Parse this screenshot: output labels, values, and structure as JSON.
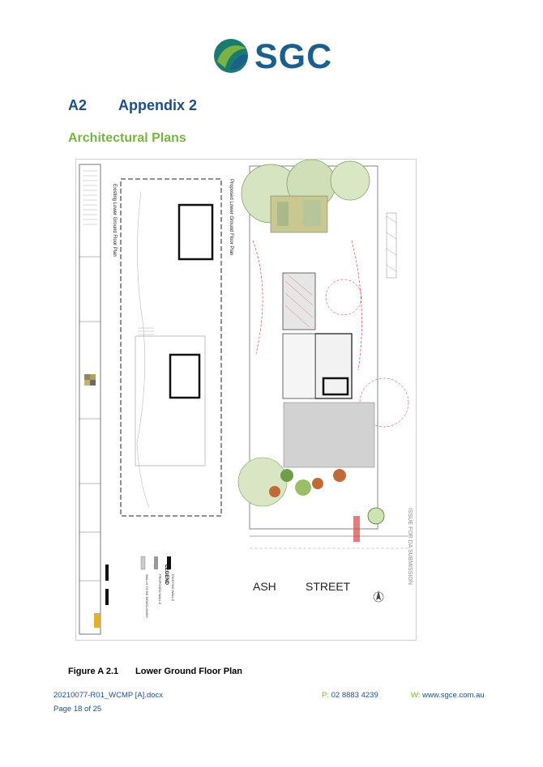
{
  "logo": {
    "text": "SGC"
  },
  "heading": {
    "number": "A2",
    "title": "Appendix 2"
  },
  "subheading": "Architectural Plans",
  "plan": {
    "title_existing": "Existing Lower Ground Floor Plan",
    "title_proposed": "Proposed Lower Ground Floor Plan",
    "street_1": "ASH",
    "street_2": "STREET",
    "issue_stamp": "ISSUE FOR DA SUBMISSION",
    "legend_title": "LEGEND",
    "legend_items": [
      "EXISTING WALLS",
      "PROPOSED WALLS",
      "WALLS TO BE DEMOLISHED"
    ]
  },
  "caption": {
    "number": "Figure A 2.1",
    "title": "Lower Ground Floor Plan"
  },
  "footer": {
    "doc_ref": "20210077-R01_WCMP [A].docx",
    "page": "Page 18 of 25",
    "phone_label": "P:",
    "phone": "02 8883 4239",
    "web_label": "W:",
    "web": "www.sgce.com.au"
  },
  "colors": {
    "brand_blue": "#1d4e89",
    "brand_green": "#7ab243",
    "logo_teal": "#1a7a6e"
  }
}
